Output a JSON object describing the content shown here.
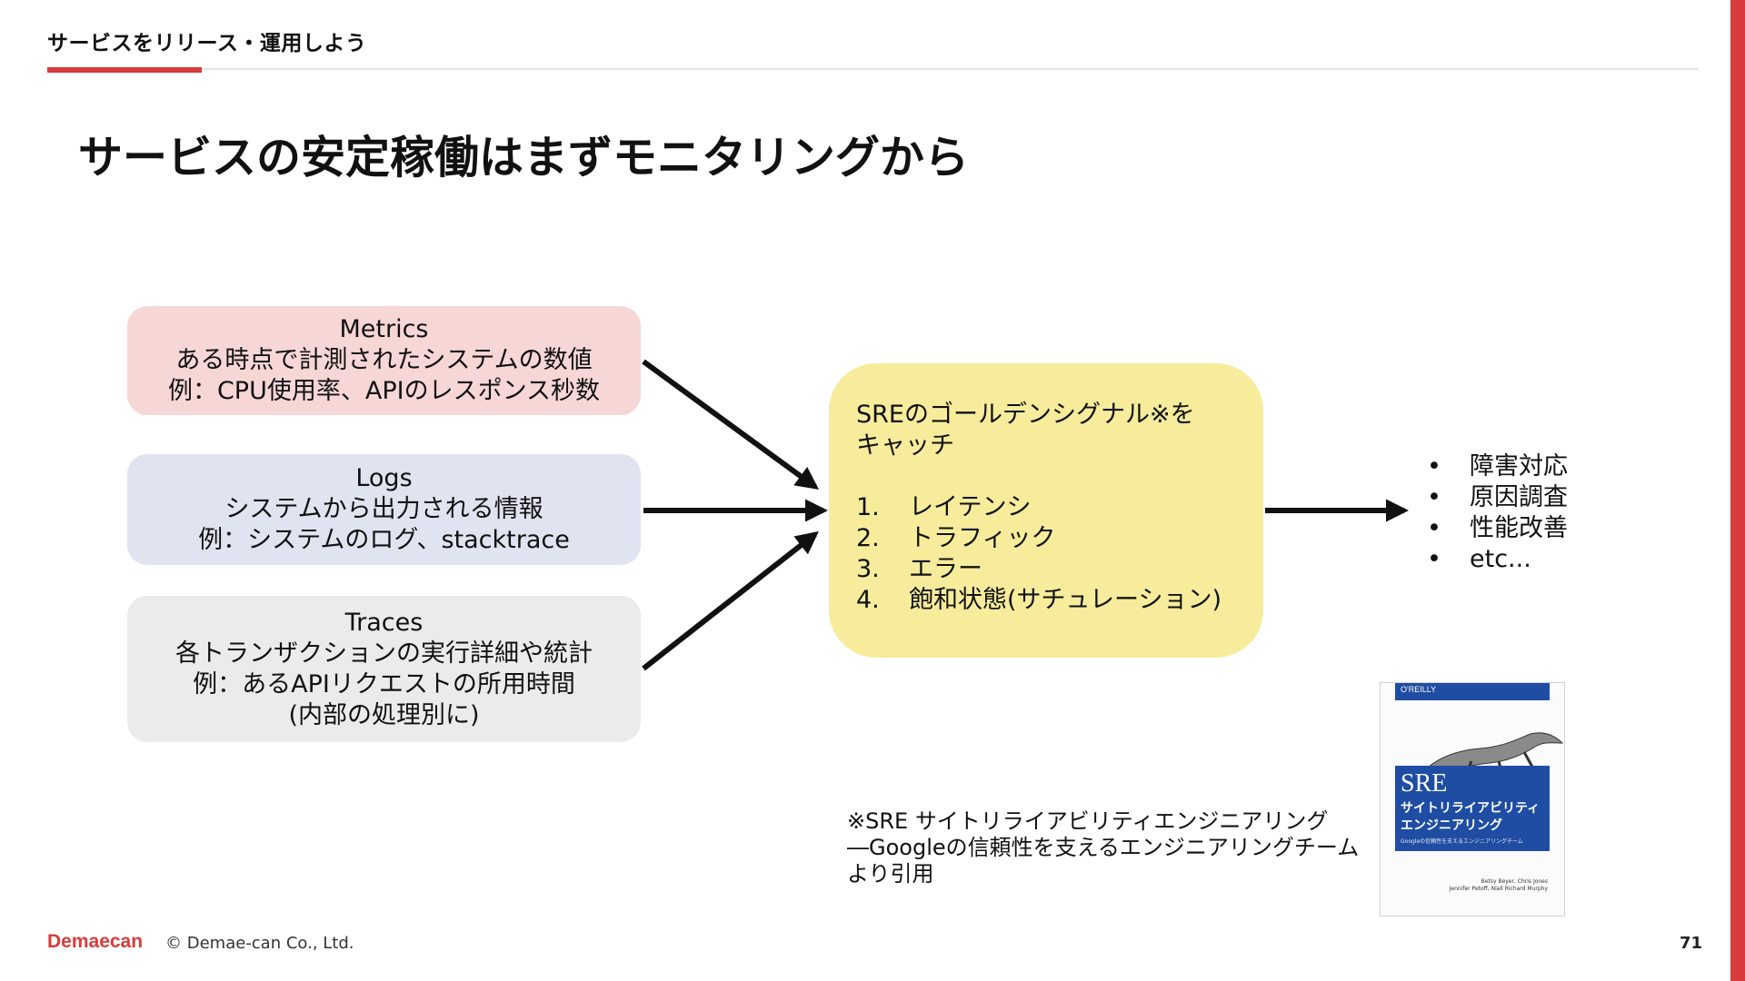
{
  "header": {
    "section_title": "サービスをリリース・運用しよう",
    "page_title": "サービスの安定稼働はまずモニタリングから"
  },
  "boxes": {
    "metrics": {
      "title": "Metrics",
      "description": "ある時点で計測されたシステムの数値",
      "example": "例：CPU使用率、APIのレスポンス秒数"
    },
    "logs": {
      "title": "Logs",
      "description": "システムから出力される情報",
      "example": "例：システムのログ、stacktrace"
    },
    "traces": {
      "title": "Traces",
      "description": "各トランザクションの実行詳細や統計",
      "example": "例：あるAPIリクエストの所用時間",
      "example_note": "(内部の処理別に)"
    }
  },
  "golden_signals": {
    "heading_line1": "SREのゴールデンシグナル※を",
    "heading_line2": "キャッチ",
    "items": [
      {
        "num": "1.",
        "label": "レイテンシ"
      },
      {
        "num": "2.",
        "label": "トラフィック"
      },
      {
        "num": "3.",
        "label": "エラー"
      },
      {
        "num": "4.",
        "label": "飽和状態(サチュレーション)"
      }
    ]
  },
  "outcomes": {
    "bullet": "•",
    "items": [
      "障害対応",
      "原因調査",
      "性能改善",
      "etc..."
    ]
  },
  "note": {
    "line1": "※SRE サイトリライアビリティエンジニアリング",
    "line2": "―Googleの信頼性を支えるエンジニアリングチーム",
    "line3": "より引用"
  },
  "book": {
    "publisher": "O'REILLY",
    "title_en": "SRE",
    "title_ja1": "サイトリライアビリティ",
    "title_ja2": "エンジニアリング",
    "subtitle": "Googleの信頼性を支えるエンジニアリングチーム",
    "authors1": "Betsy Beyer, Chris Jones",
    "authors2": "Jennifer Petoff, Niall Richard Murphy"
  },
  "footer": {
    "logo": "Demaecan",
    "copyright": "© Demae-can Co., Ltd.",
    "page_number": "71"
  },
  "colors": {
    "accent": "#d83b3b",
    "metrics_bg": "#f7d6d6",
    "logs_bg": "#e0e3f0",
    "traces_bg": "#ebebeb",
    "golden_bg": "#f6ec9b",
    "book_blue": "#1f4da3"
  }
}
